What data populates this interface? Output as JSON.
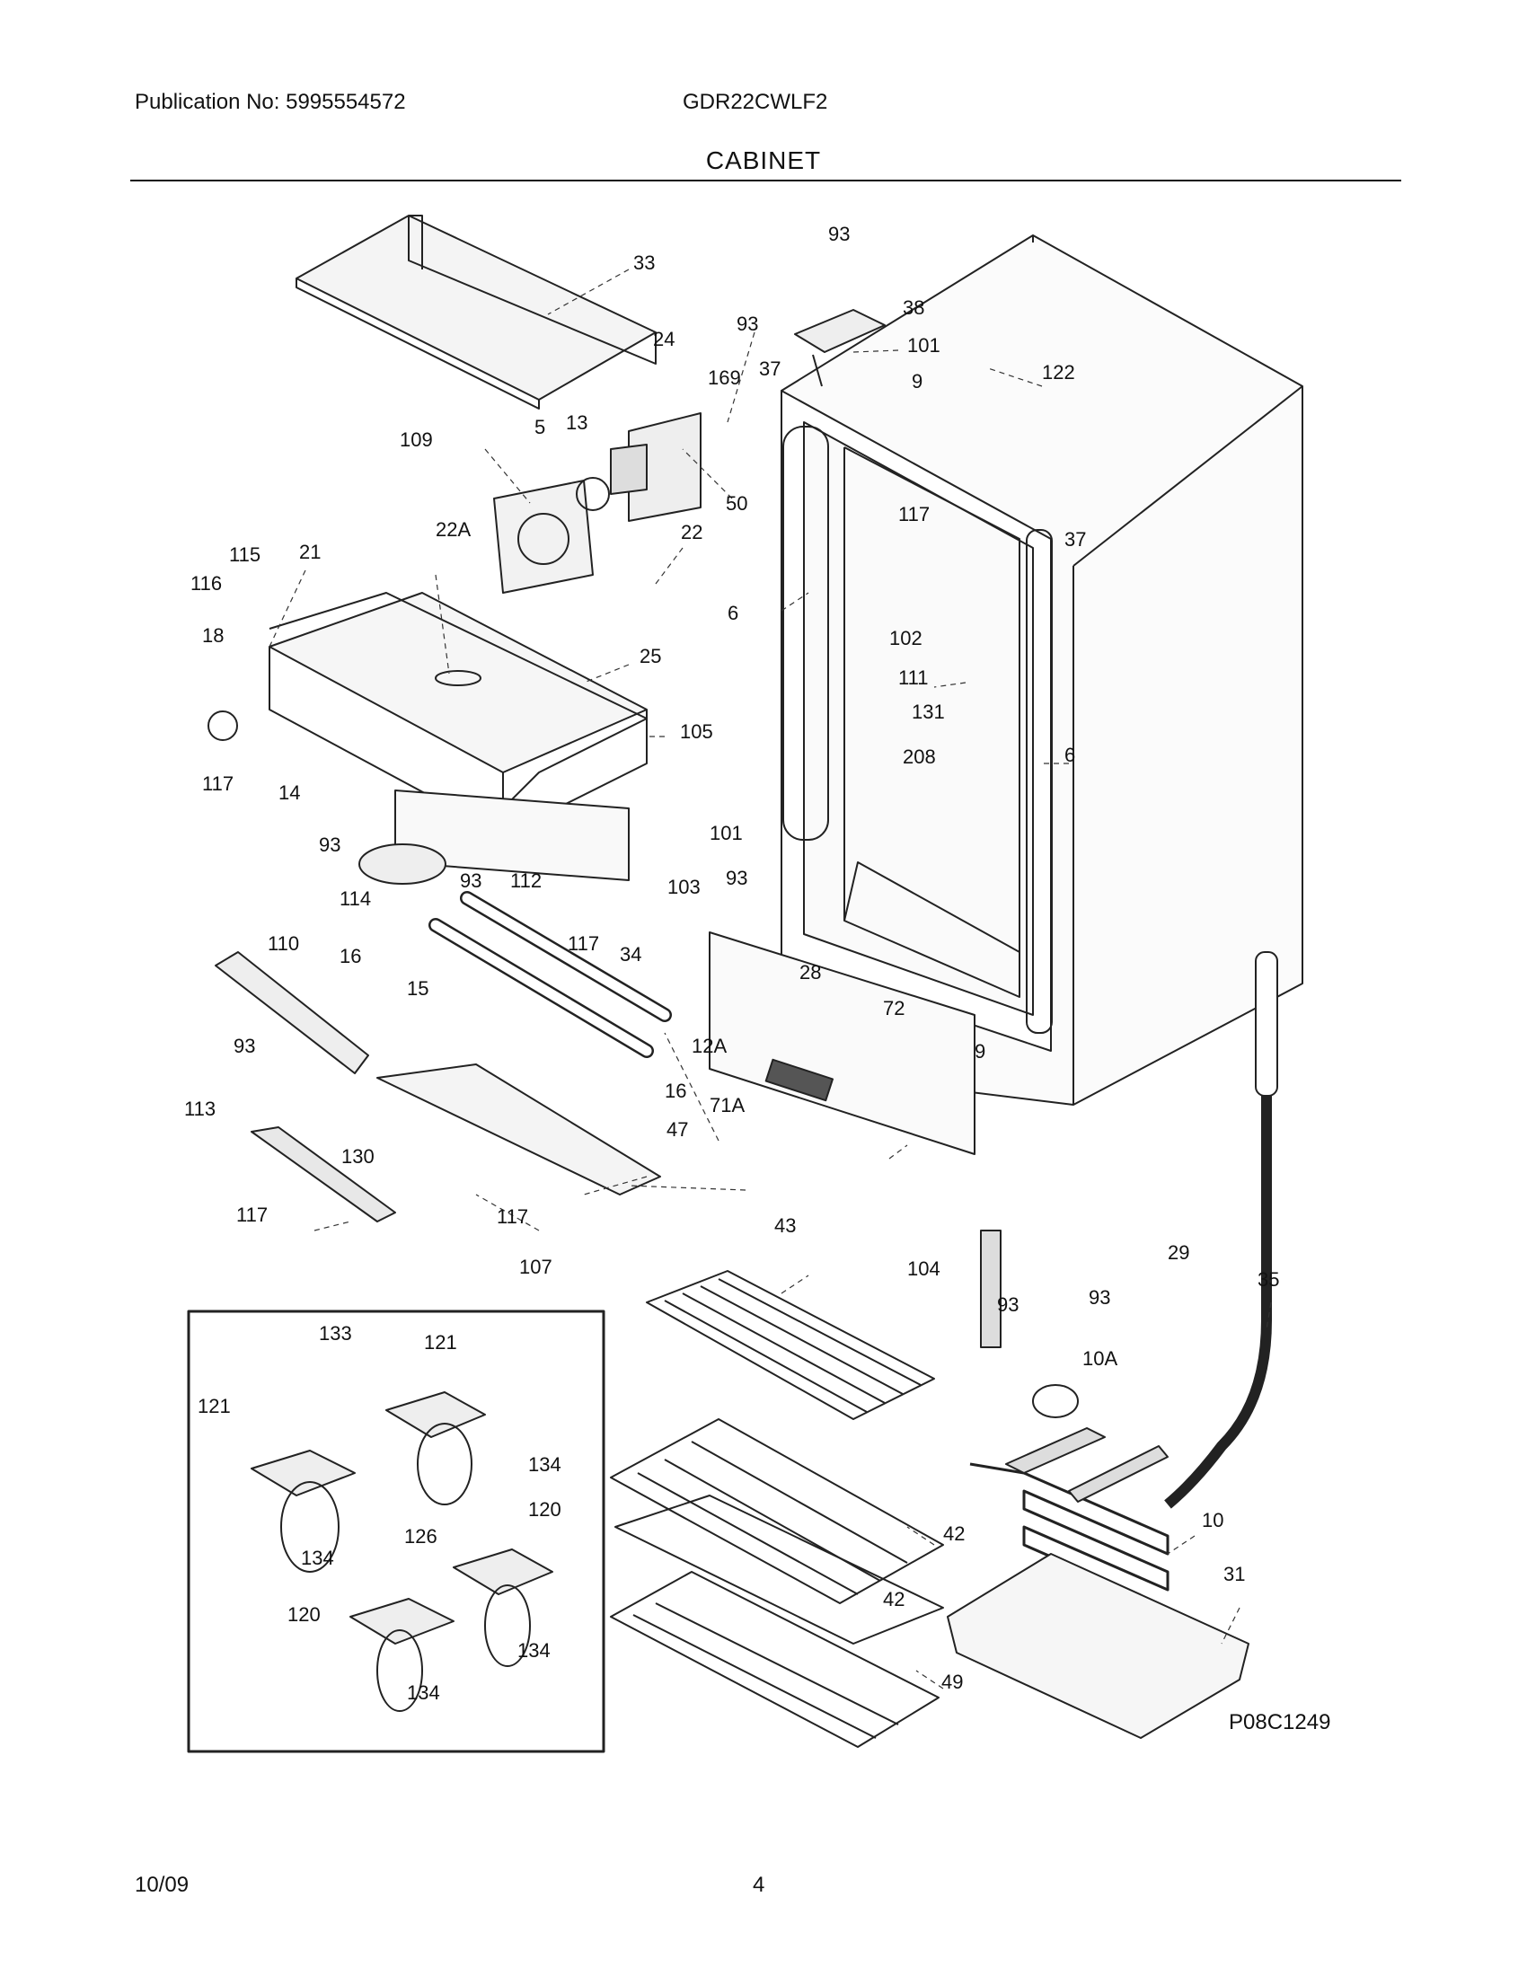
{
  "header": {
    "publication": "Publication No: 5995554572",
    "model": "GDR22CWLF2",
    "section": "CABINET"
  },
  "footer": {
    "date": "10/09",
    "page": "4"
  },
  "figure_id": "P08C1249",
  "part_labels": [
    "33",
    "93",
    "24",
    "93",
    "169",
    "38",
    "101",
    "37",
    "9",
    "122",
    "5",
    "13",
    "109",
    "50",
    "37",
    "22A",
    "22",
    "117",
    "115",
    "21",
    "116",
    "6",
    "102",
    "18",
    "25",
    "111",
    "131",
    "105",
    "117",
    "14",
    "208",
    "6",
    "93",
    "93",
    "112",
    "114",
    "101",
    "93",
    "117",
    "103",
    "110",
    "16",
    "34",
    "15",
    "28",
    "72",
    "93",
    "12A",
    "9",
    "16",
    "71A",
    "47",
    "113",
    "130",
    "117",
    "117",
    "107",
    "43",
    "104",
    "29",
    "35",
    "93",
    "93",
    "133",
    "121",
    "10A",
    "121",
    "134",
    "126",
    "120",
    "10",
    "42",
    "134",
    "120",
    "42",
    "31",
    "134",
    "49",
    "134"
  ]
}
